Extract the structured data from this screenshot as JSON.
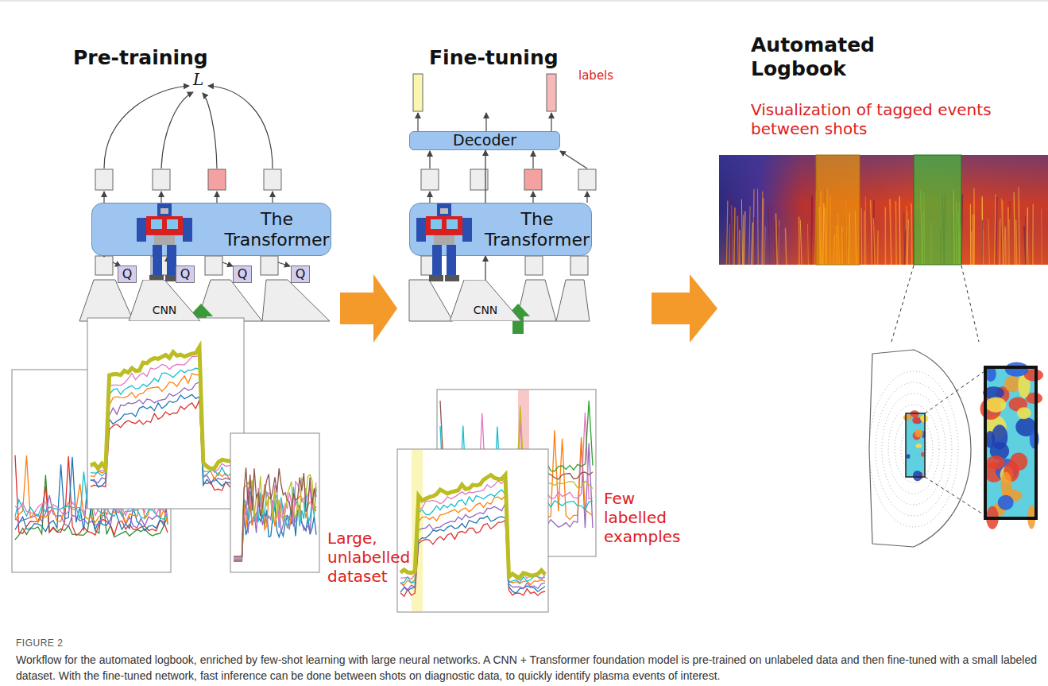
{
  "diagram": {
    "caption": "Workflow for the automated logbook, enriched by few-shot learning with large neural networks. A CNN + Transformer foundation model is pre-trained on unlabeled data and then fine-tuned with a small labeled dataset. With the fine-tuned network, fast inference can be done between shots on diagnostic data, to quickly identify plasma events of interest.",
    "nodes": [
      {
        "text": [
          "The Transformer"
        ]
      },
      {
        "text": [
          "Q"
        ]
      },
      {
        "text": [
          "Q"
        ]
      },
      {
        "text": [
          "Q"
        ]
      },
      {
        "text": [
          "Q"
        ]
      },
      {
        "text": [
          "CNN"
        ]
      },
      {
        "text": [
          "Decoder"
        ]
      },
      {
        "text": [
          "The Transformer"
        ]
      },
      {
        "text": [
          "CNN"
        ]
      }
    ],
    "edges": [
      {
        "from": 5,
        "to": 0,
        "arrow": "to"
      },
      {
        "from": 8,
        "to": 7,
        "arrow": "to"
      },
      {
        "from": 7,
        "to": 6,
        "arrow": "to"
      }
    ],
    "labels": [
      "Pre-training",
      "L",
      "Large, unlabelled dataset",
      "Fine-tuning",
      "labels",
      "Few labelled examples",
      "Automated Logbook",
      "Visualization of tagged events between shots",
      "FIGURE 2"
    ]
  }
}
